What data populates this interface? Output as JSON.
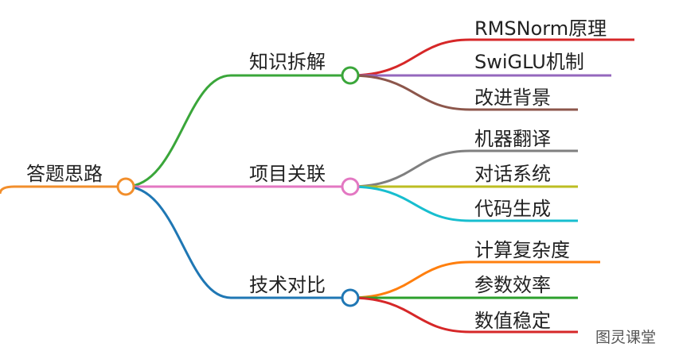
{
  "root": {
    "label": "答题思路",
    "color": "#f28e2b"
  },
  "branches": [
    {
      "label": "知识拆解",
      "color": "#3aa63a",
      "leaves": [
        {
          "label": "RMSNorm原理",
          "color": "#d62728"
        },
        {
          "label": "SwiGLU机制",
          "color": "#9467bd"
        },
        {
          "label": "改进背景",
          "color": "#8c564b"
        }
      ]
    },
    {
      "label": "项目关联",
      "color": "#e377c2",
      "leaves": [
        {
          "label": "机器翻译",
          "color": "#7f7f7f"
        },
        {
          "label": "对话系统",
          "color": "#bcbd22"
        },
        {
          "label": "代码生成",
          "color": "#17becf"
        }
      ]
    },
    {
      "label": "技术对比",
      "color": "#1f77b4",
      "leaves": [
        {
          "label": "计算复杂度",
          "color": "#ff7f0e"
        },
        {
          "label": "参数效率",
          "color": "#2ca02c"
        },
        {
          "label": "数值稳定",
          "color": "#d62728"
        }
      ]
    }
  ],
  "watermark": "图灵课堂"
}
